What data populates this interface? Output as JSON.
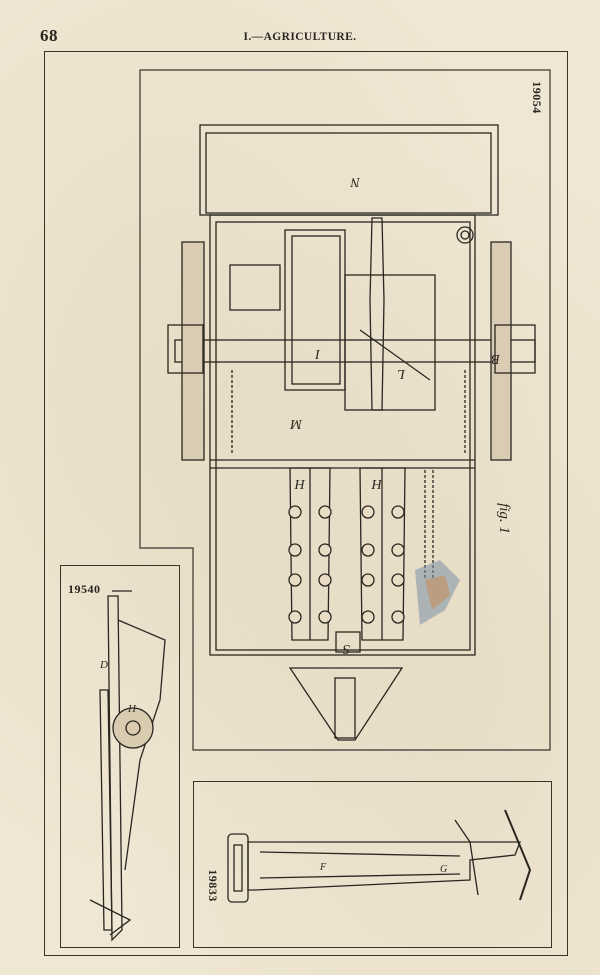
{
  "header": {
    "page_number": "68",
    "running_head": "I.—AGRICULTURE."
  },
  "plates": {
    "main": {
      "patent_number": "19054",
      "figure_label": "fig. 1"
    },
    "left": {
      "patent_number": "19540"
    },
    "bottom": {
      "patent_number": "19833"
    }
  },
  "colors": {
    "paper": "#efe6d3",
    "ink": "#2a2620",
    "tint_blue": "#7a8fa6",
    "tint_orange": "#c98a55"
  }
}
